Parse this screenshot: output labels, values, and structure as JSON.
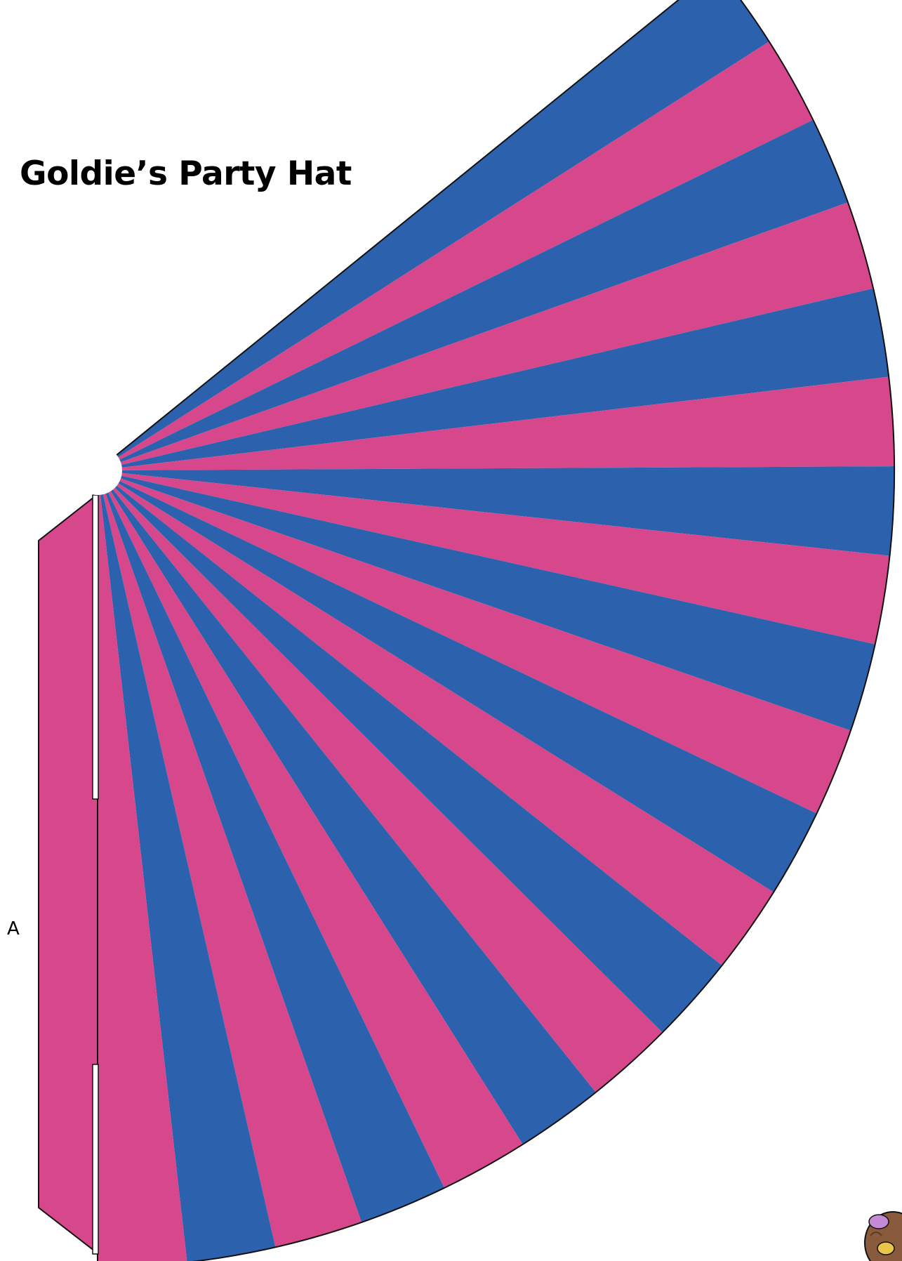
{
  "page": {
    "title": "Goldie’s Party Hat",
    "tab_label": "A"
  },
  "template": {
    "stripe_colors": [
      "#2c62ad",
      "#d6478b"
    ],
    "tab_color": "#d6478b",
    "outline_color": "#111111",
    "stripe_count": 20
  },
  "mascot": {
    "icon": "goldie-mascot-icon",
    "colors": [
      "#8a5a3c",
      "#c48ad6"
    ]
  }
}
